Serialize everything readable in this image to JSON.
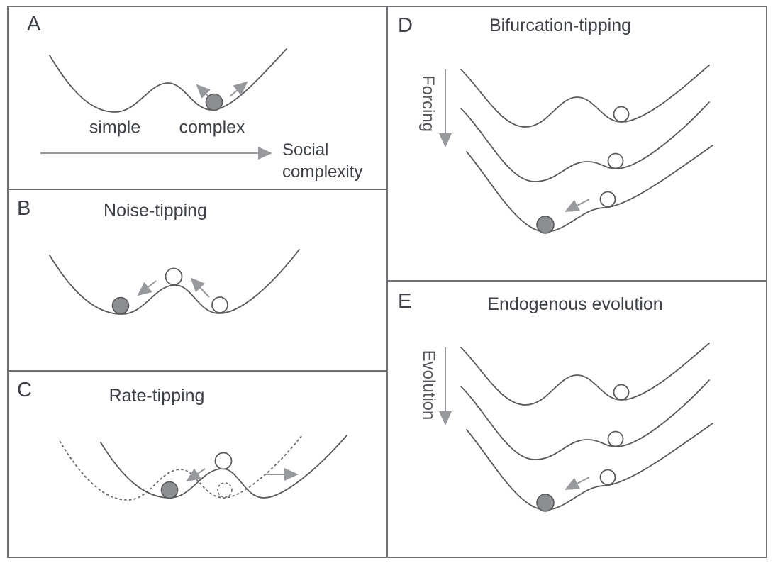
{
  "panelA": {
    "label": "A",
    "left_well_label": "simple",
    "right_well_label": "complex",
    "axis_label_line1": "Social",
    "axis_label_line2": "complexity"
  },
  "panelB": {
    "label": "B",
    "title": "Noise-tipping"
  },
  "panelC": {
    "label": "C",
    "title": "Rate-tipping"
  },
  "panelD": {
    "label": "D",
    "title": "Bifurcation-tipping",
    "axis_label": "Forcing"
  },
  "panelE": {
    "label": "E",
    "title": "Endogenous evolution",
    "axis_label": "Evolution"
  },
  "colors": {
    "curve": "#58595b",
    "text": "#3d4045",
    "arrow": "#97999c",
    "ball_fill": "#8c8e91",
    "open_ball_fill": "#ffffff",
    "panel_border": "#6e6f72"
  }
}
